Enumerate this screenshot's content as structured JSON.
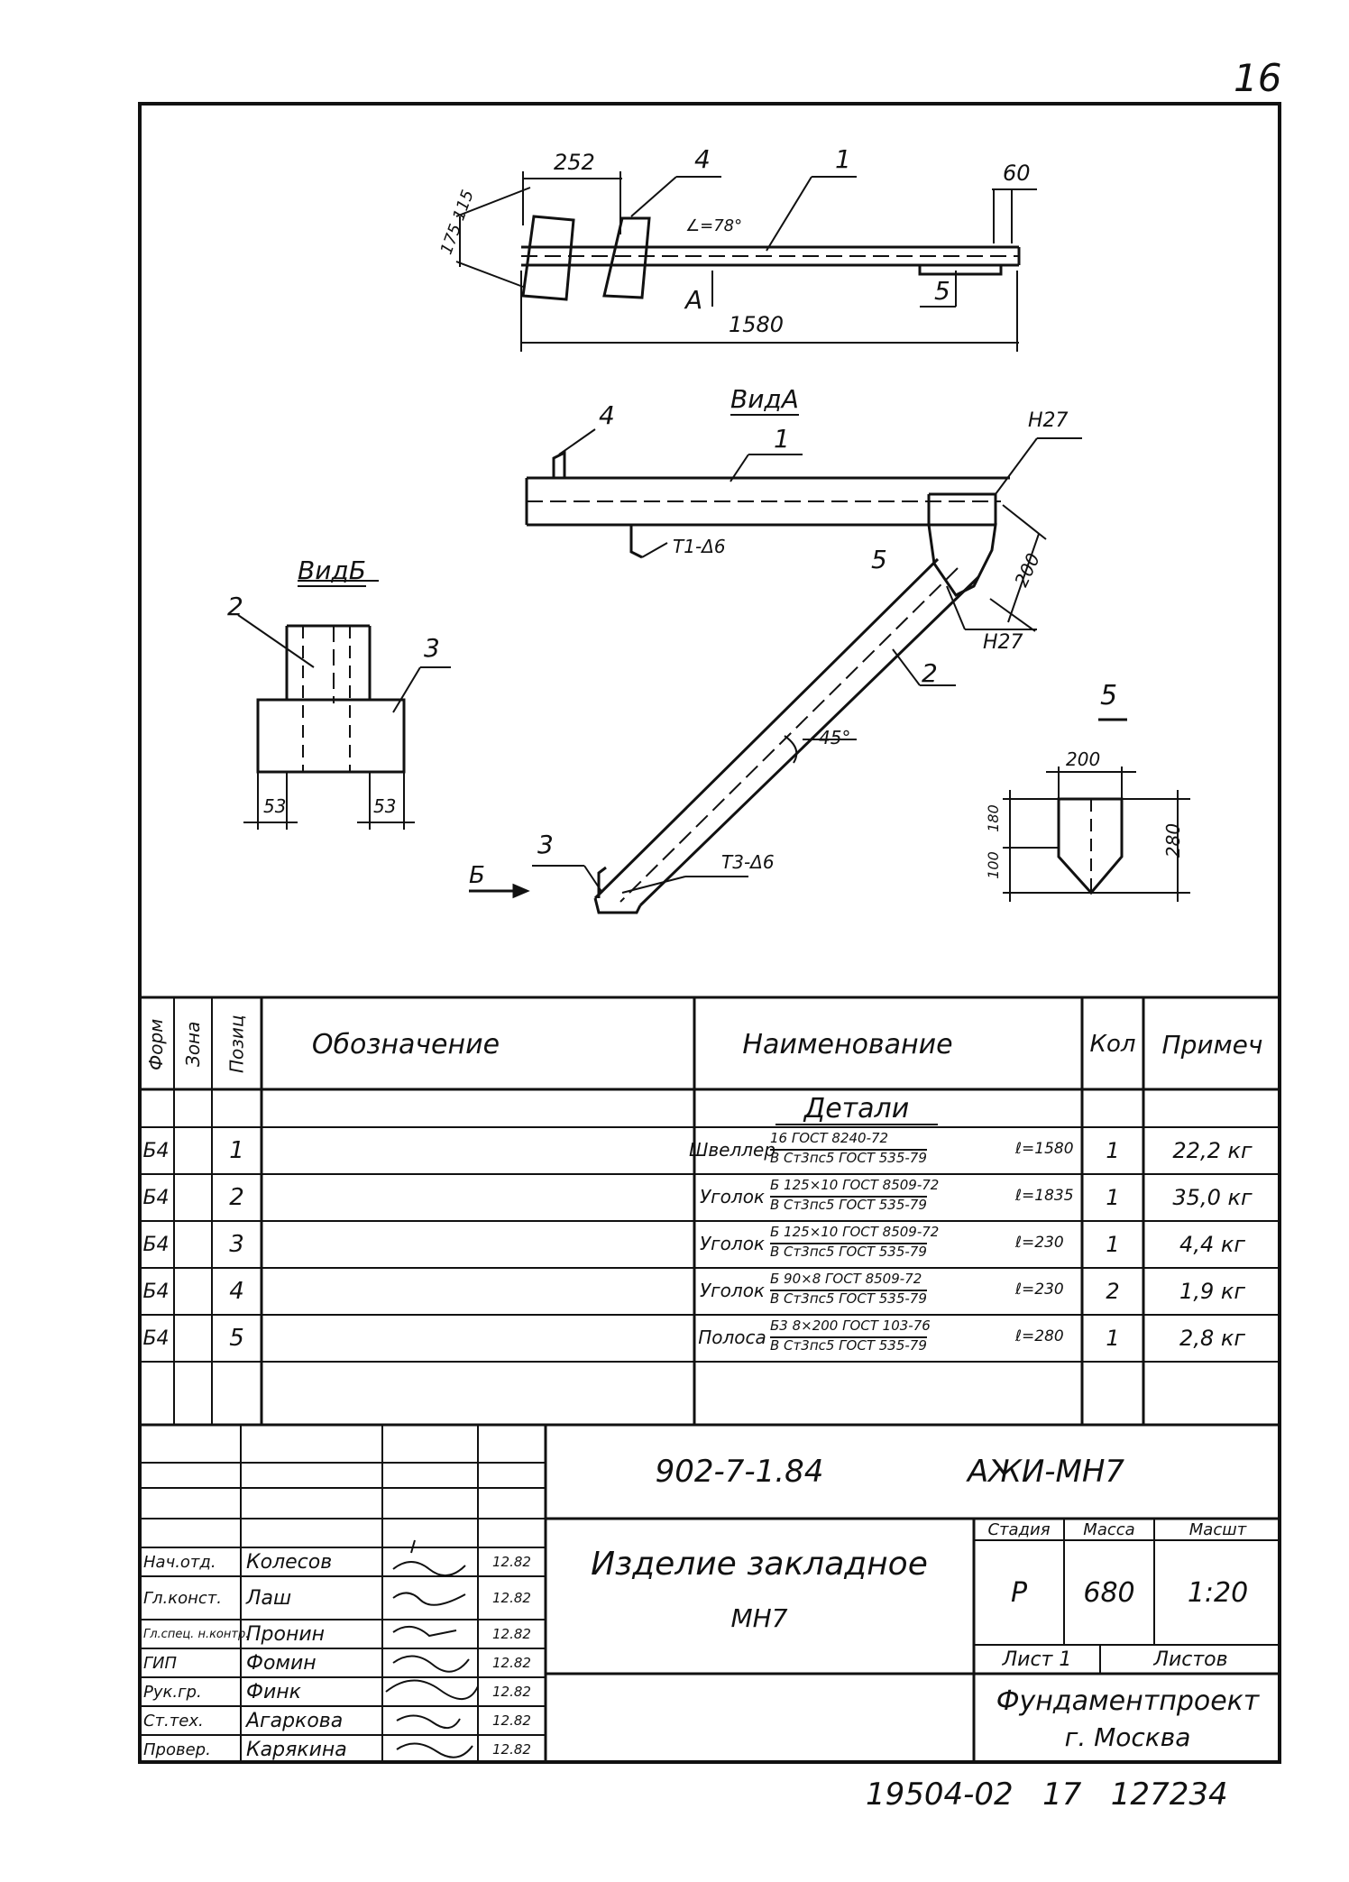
{
  "sheet_number": "16",
  "drawing_top": {
    "dims": [
      "252",
      "1580",
      "60"
    ],
    "slope_dim": "175 115",
    "angle": "∠=78°",
    "section_mark": "A",
    "positions": [
      "4",
      "1",
      "5"
    ]
  },
  "view_a": {
    "title": "ВидА",
    "positions": [
      "4",
      "1",
      "5",
      "2"
    ],
    "weld_labels": [
      "Н27",
      "Н27",
      "Т1-Δ6"
    ],
    "dim": "200",
    "angle": "45°"
  },
  "view_b": {
    "title": "ВидБ",
    "positions": [
      "2",
      "3"
    ],
    "dims": [
      "53",
      "53"
    ]
  },
  "bottom_labels": {
    "pos3": "3",
    "weld": "Т3-Δ6",
    "arrow_b": "Б"
  },
  "detail_5": {
    "title": "5",
    "dims": [
      "200",
      "280",
      "100",
      "180"
    ]
  },
  "spec_table": {
    "headers": {
      "format": "Форм",
      "zone": "Зона",
      "pos": "Позиц",
      "designation": "Обозначение",
      "name": "Наименование",
      "qty": "Кол",
      "note": "Примеч"
    },
    "section_title": "Детали",
    "rows": [
      {
        "format": "Б4",
        "pos": "1",
        "name_main": "Швеллер",
        "name_top": "16 ГОСТ 8240-72",
        "name_bottom": "В Ст3пс5 ГОСТ 535-79",
        "length": "ℓ=1580",
        "qty": "1",
        "note": "22,2 кг"
      },
      {
        "format": "Б4",
        "pos": "2",
        "name_main": "Уголок",
        "name_top": "Б 125×10 ГОСТ 8509-72",
        "name_bottom": "В Ст3пс5 ГОСТ 535-79",
        "length": "ℓ=1835",
        "qty": "1",
        "note": "35,0 кг"
      },
      {
        "format": "Б4",
        "pos": "3",
        "name_main": "Уголок",
        "name_top": "Б 125×10 ГОСТ 8509-72",
        "name_bottom": "В Ст3пс5 ГОСТ 535-79",
        "length": "ℓ=230",
        "qty": "1",
        "note": "4,4 кг"
      },
      {
        "format": "Б4",
        "pos": "4",
        "name_main": "Уголок",
        "name_top": "Б 90×8 ГОСТ 8509-72",
        "name_bottom": "В Ст3пс5 ГОСТ 535-79",
        "length": "ℓ=230",
        "qty": "2",
        "note": "1,9 кг"
      },
      {
        "format": "Б4",
        "pos": "5",
        "name_main": "Полоса",
        "name_top": "Б3 8×200 ГОСТ 103-76",
        "name_bottom": "В Ст3пс5 ГОСТ 535-79",
        "length": "ℓ=280",
        "qty": "1",
        "note": "2,8 кг"
      }
    ]
  },
  "title_block": {
    "code": "902-7-1.84",
    "doc_code": "АЖИ-МН7",
    "title_line1": "Изделие закладное",
    "title_line2": "МН7",
    "stage_header": "Стадия",
    "mass_header": "Масса",
    "scale_header": "Масшт",
    "stage": "Р",
    "mass": "680",
    "scale": "1:20",
    "sheet": "Лист 1",
    "sheets": "Листов",
    "org_line1": "Фундаментпроект",
    "org_line2": "г. Москва",
    "signatures": [
      {
        "role": "Нач.отд.",
        "name": "Колесов",
        "date": "12.82"
      },
      {
        "role": "Гл.конст.",
        "name": "Лаш",
        "date": "12.82"
      },
      {
        "role": "Гл.спец. н.контр.",
        "name": "Пронин",
        "date": "12.82"
      },
      {
        "role": "ГИП",
        "name": "Фомин",
        "date": "12.82"
      },
      {
        "role": "Рук.гр.",
        "name": "Финк",
        "date": "12.82"
      },
      {
        "role": "Ст.тех.",
        "name": "Агаркова",
        "date": "12.82"
      },
      {
        "role": "Провер.",
        "name": "Карякина",
        "date": "12.82"
      }
    ]
  },
  "footer_stamp": "19504-02   17   127234"
}
